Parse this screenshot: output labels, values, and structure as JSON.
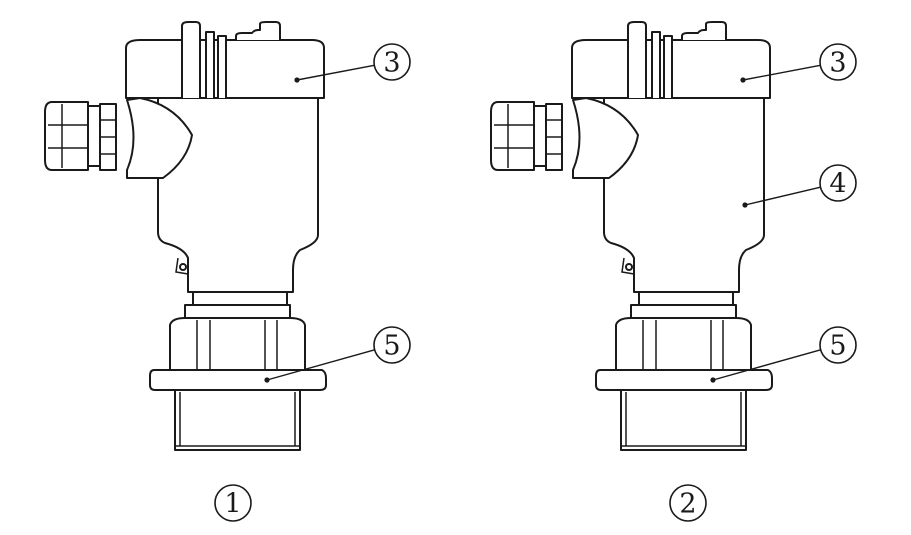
{
  "figures": [
    {
      "id": "variant-1",
      "caption": "1",
      "callouts": [
        {
          "number": "3",
          "target": "housing-cover"
        },
        {
          "number": "5",
          "target": "process-fitting-flange"
        }
      ]
    },
    {
      "id": "variant-2",
      "caption": "2",
      "callouts": [
        {
          "number": "3",
          "target": "housing-cover"
        },
        {
          "number": "4",
          "target": "housing-body"
        },
        {
          "number": "5",
          "target": "process-fitting-flange"
        }
      ]
    }
  ],
  "colors": {
    "line": "#1a1a1a",
    "background": "#ffffff"
  }
}
